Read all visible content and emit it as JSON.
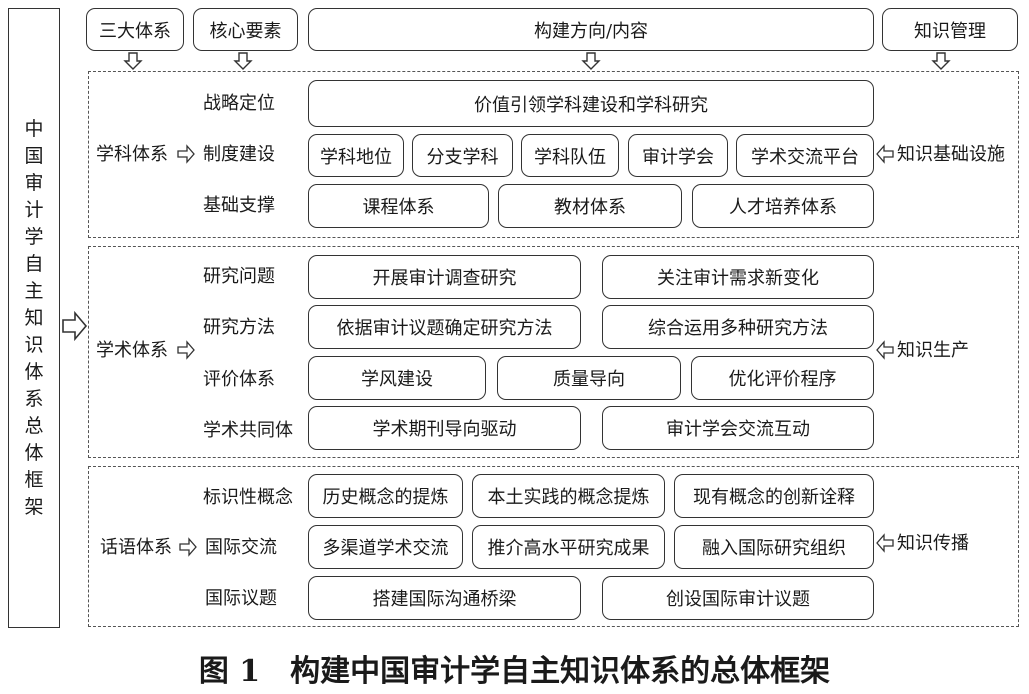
{
  "main_title": "中国审计学自主知识体系总体框架",
  "caption": "图 1　构建中国审计学自主知识体系的总体框架",
  "headers": [
    "三大体系",
    "核心要素",
    "构建方向/内容",
    "知识管理"
  ],
  "sections": [
    {
      "system": "学科体系",
      "knowledge": "知识基础设施",
      "rows": [
        {
          "factor": "战略定位",
          "items": [
            "价值引领学科建设和学科研究"
          ]
        },
        {
          "factor": "制度建设",
          "items": [
            "学科地位",
            "分支学科",
            "学科队伍",
            "审计学会",
            "学术交流平台"
          ]
        },
        {
          "factor": "基础支撑",
          "items": [
            "课程体系",
            "教材体系",
            "人才培养体系"
          ]
        }
      ]
    },
    {
      "system": "学术体系",
      "knowledge": "知识生产",
      "rows": [
        {
          "factor": "研究问题",
          "items": [
            "开展审计调查研究",
            "关注审计需求新变化"
          ]
        },
        {
          "factor": "研究方法",
          "items": [
            "依据审计议题确定研究方法",
            "综合运用多种研究方法"
          ]
        },
        {
          "factor": "评价体系",
          "items": [
            "学风建设",
            "质量导向",
            "优化评价程序"
          ]
        },
        {
          "factor": "学术共同体",
          "items": [
            "学术期刊导向驱动",
            "审计学会交流互动"
          ]
        }
      ]
    },
    {
      "system": "话语体系",
      "knowledge": "知识传播",
      "rows": [
        {
          "factor": "标识性概念",
          "items": [
            "历史概念的提炼",
            "本土实践的概念提炼",
            "现有概念的创新诠释"
          ]
        },
        {
          "factor": "国际交流",
          "items": [
            "多渠道学术交流",
            "推介高水平研究成果",
            "融入国际研究组织"
          ]
        },
        {
          "factor": "国际议题",
          "items": [
            "搭建国际沟通桥梁",
            "创设国际审计议题"
          ]
        }
      ]
    }
  ]
}
